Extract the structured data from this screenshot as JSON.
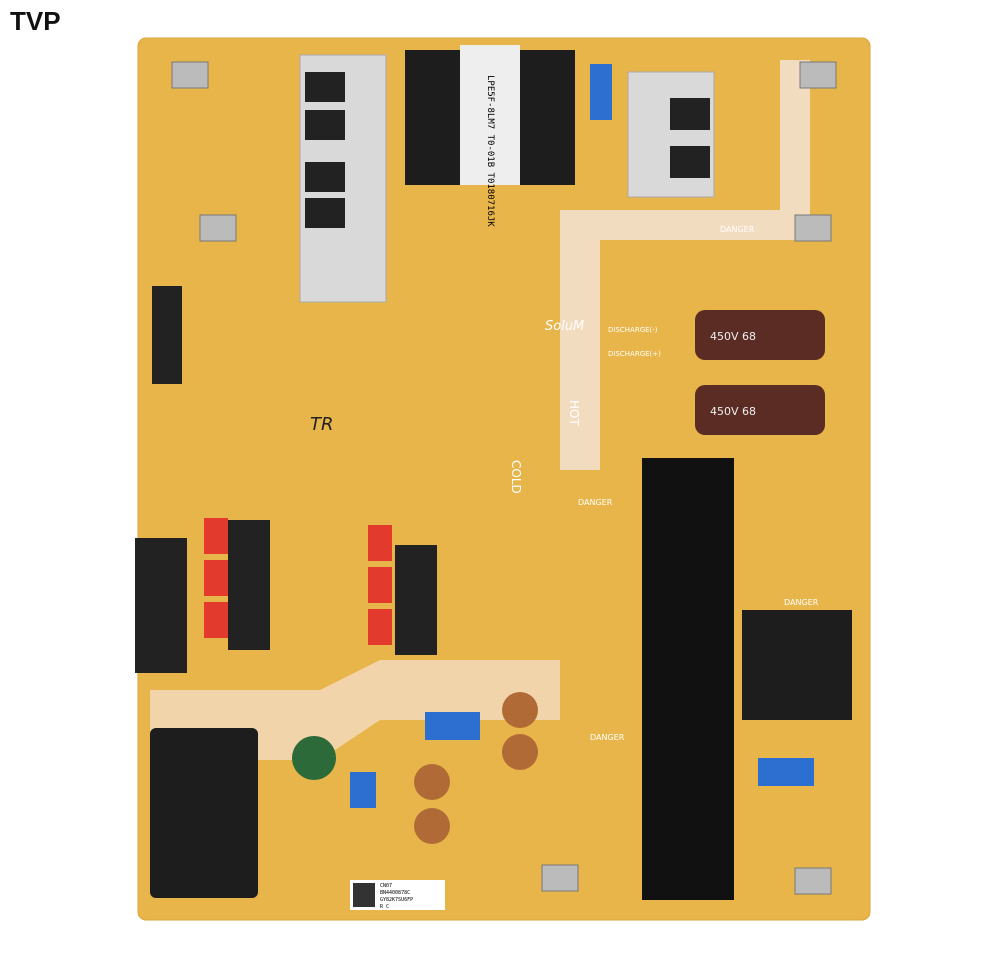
{
  "watermark": "TVP",
  "board": {
    "pcb_color": "#e8b54a",
    "trace_color": "#f2dcc0",
    "transformer_main": "LPE5F-8LM7 T0-01B T0180716JK",
    "brand": "SoluM",
    "hot_label": "HOT",
    "cold_label": "COLD",
    "danger_label": "DANGER",
    "capacitor_label": "450V 68",
    "discharge_minus": "DISCHARGE(-)",
    "discharge_plus": "DISCHARGE(+)",
    "handwritten": "TR",
    "sticker_lines": [
      "CN07",
      "BN4400878C",
      "GY82K7SU6FP",
      "R C"
    ]
  }
}
